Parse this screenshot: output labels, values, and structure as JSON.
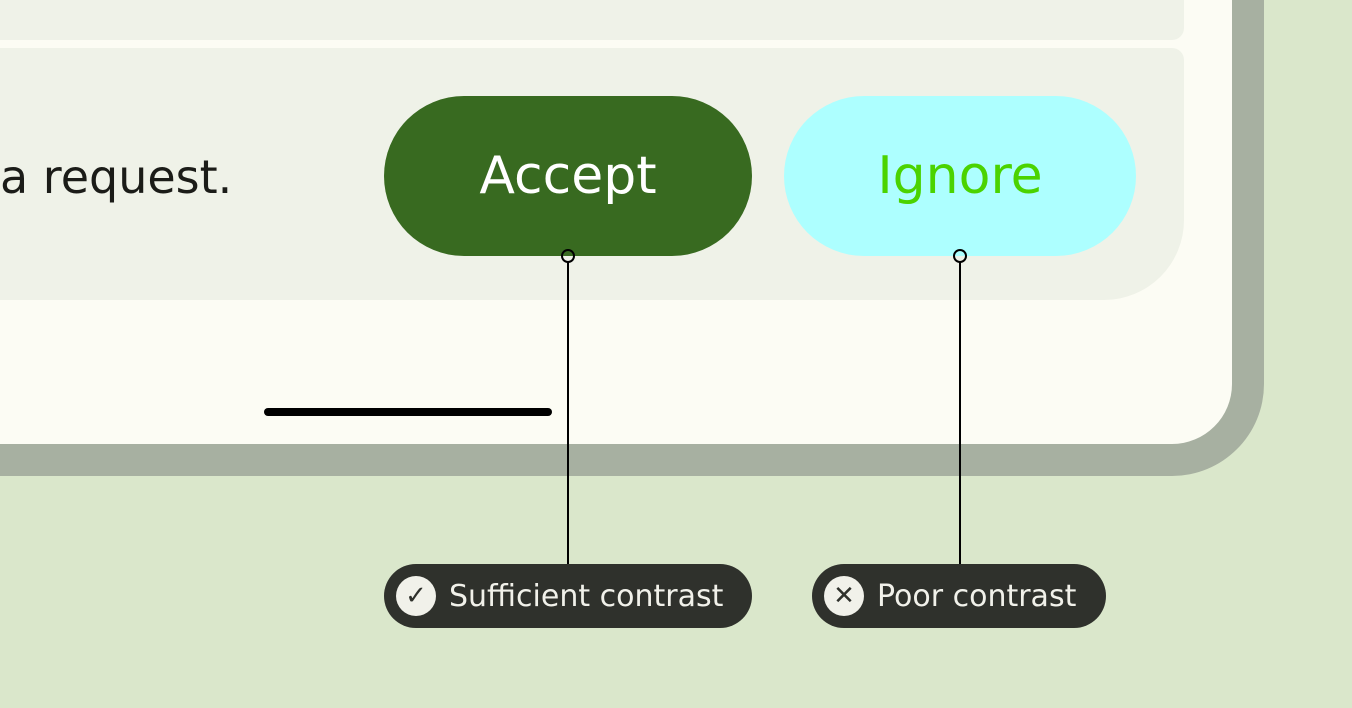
{
  "message": "a request.",
  "buttons": {
    "accept": "Accept",
    "ignore": "Ignore"
  },
  "annotations": [
    {
      "label": "Sufficient contrast",
      "icon": "check-icon",
      "glyph": "✓"
    },
    {
      "label": "Poor contrast",
      "icon": "close-icon",
      "glyph": "✕"
    }
  ],
  "colors": {
    "accept_bg": "#386a20",
    "accept_text": "#ffffff",
    "ignore_bg": "#adffff",
    "ignore_text": "#4bd300"
  }
}
